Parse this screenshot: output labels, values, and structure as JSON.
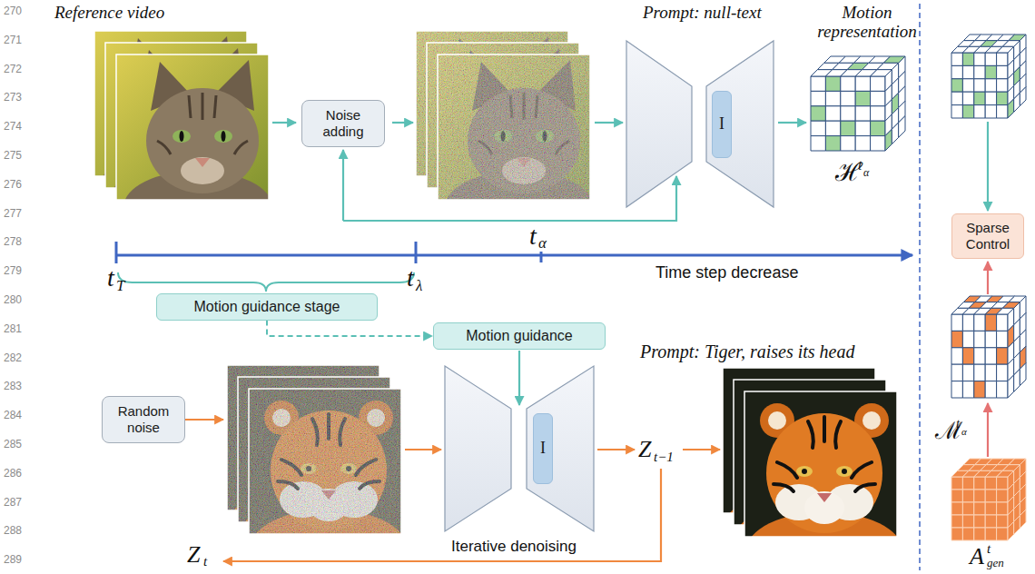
{
  "diagram": {
    "nodes": [
      {
        "text": [
          "Noise adding"
        ]
      },
      {
        "text": [
          "I"
        ]
      },
      {
        "text": [
          "Motion guidance stage"
        ]
      },
      {
        "text": [
          "Motion guidance"
        ]
      },
      {
        "text": [
          "Random noise"
        ]
      },
      {
        "text": [
          "I"
        ]
      },
      {
        "text": [
          "Sparse Control"
        ]
      }
    ],
    "edges": [
      {
        "from": 2,
        "to": 3,
        "arrow": "to"
      }
    ],
    "labels": [
      "270",
      "271",
      "272",
      "273",
      "274",
      "275",
      "276",
      "277",
      "278",
      "279",
      "280",
      "281",
      "282",
      "283",
      "284",
      "285",
      "286",
      "287",
      "288",
      "289",
      "Reference video",
      "Prompt: null-text",
      "Motion representation",
      "ℋ",
      "t",
      "α",
      "t",
      "α",
      "t",
      "T",
      "t",
      "λ",
      "Time step decrease",
      "Prompt: Tiger, raises its head",
      "Z",
      "t−1",
      "Iterative denoising",
      "Z",
      "t",
      "ℳ",
      "t",
      "α",
      "A",
      "t",
      "gen"
    ]
  }
}
